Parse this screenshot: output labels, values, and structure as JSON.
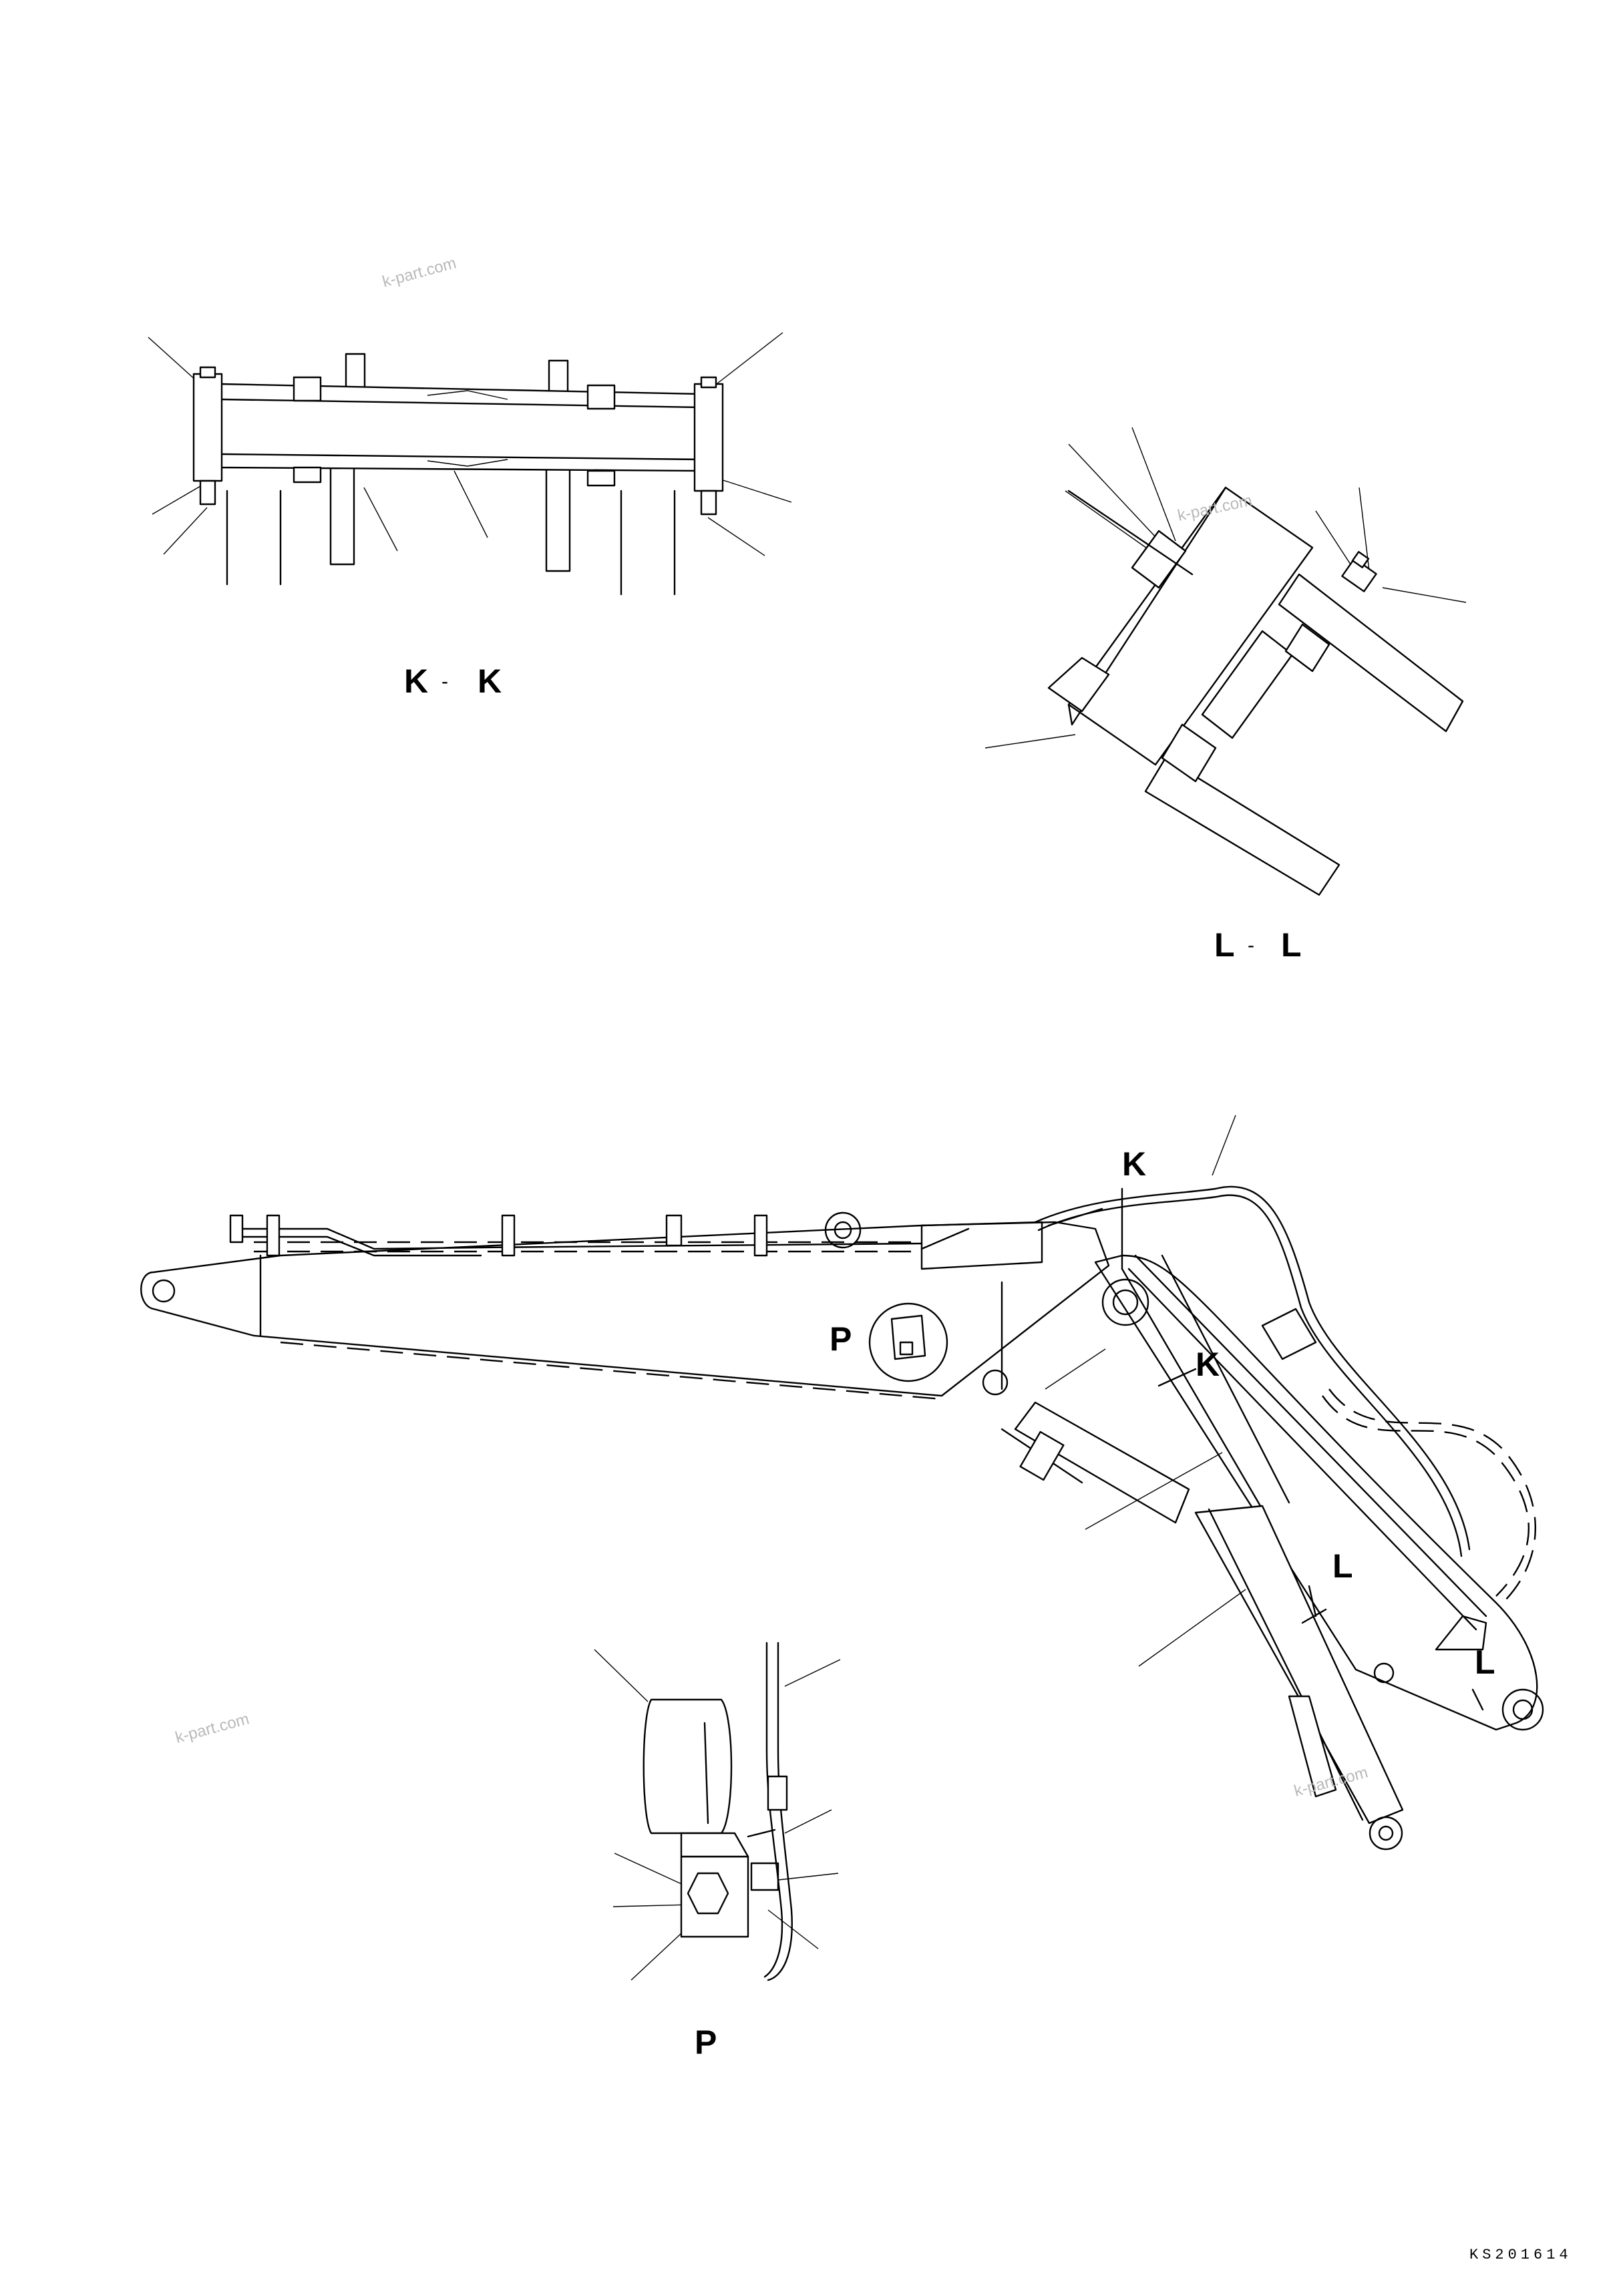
{
  "views": {
    "kk": {
      "left": "K",
      "sep": "-",
      "right": "K"
    },
    "ll": {
      "left": "L",
      "sep": "-",
      "right": "L"
    },
    "p": {
      "label": "P"
    }
  },
  "main": {
    "marker_k_top": "K",
    "marker_k_arrow": "K",
    "marker_l_upper": "L",
    "marker_l_lower": "L",
    "marker_p": "P"
  },
  "watermark": "k-part.com",
  "drawing_code": "KS201614"
}
